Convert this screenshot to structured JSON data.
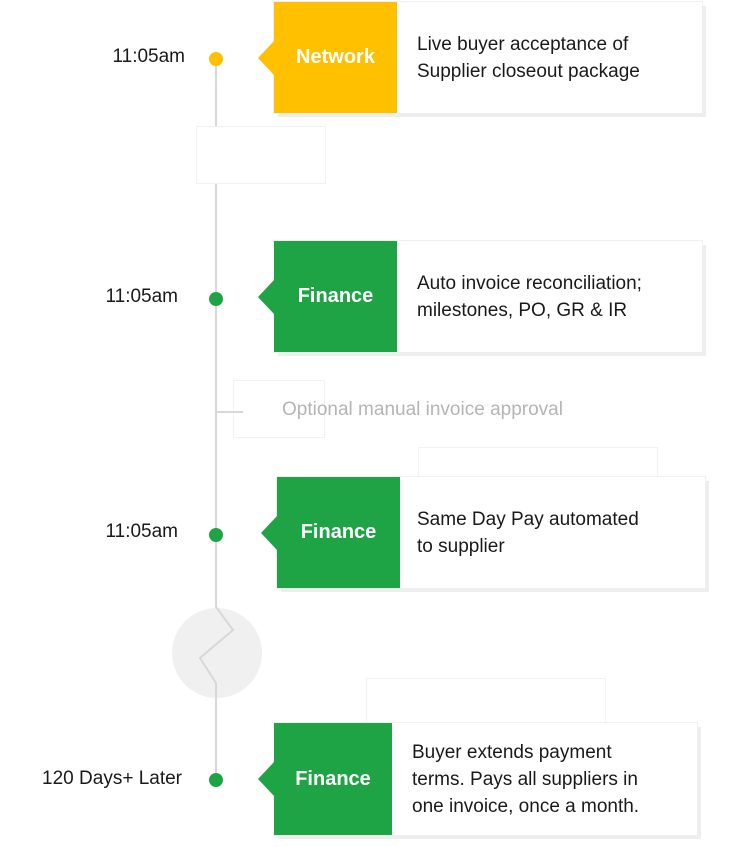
{
  "colors": {
    "network": "#FFC000",
    "finance": "#1EA444",
    "line": "#d8d8d8",
    "muted": "#b5b5b5"
  },
  "steps": [
    {
      "time": "11:05am",
      "tag": "Network",
      "color": "#FFC000",
      "lines": [
        "Live buyer acceptance of",
        "Supplier closeout package"
      ]
    },
    {
      "time": "11:05am",
      "tag": "Finance",
      "color": "#1EA444",
      "lines": [
        "Auto invoice reconciliation;",
        "milestones, PO, GR & IR"
      ]
    },
    {
      "time": "11:05am",
      "tag": "Finance",
      "color": "#1EA444",
      "lines": [
        "Same Day Pay automated",
        "to supplier"
      ]
    },
    {
      "time": "120 Days+ Later",
      "tag": "Finance",
      "color": "#1EA444",
      "lines": [
        "Buyer extends payment",
        "terms. Pays all suppliers in",
        "one invoice, once a month."
      ]
    }
  ],
  "optional_step": "Optional manual invoice approval"
}
